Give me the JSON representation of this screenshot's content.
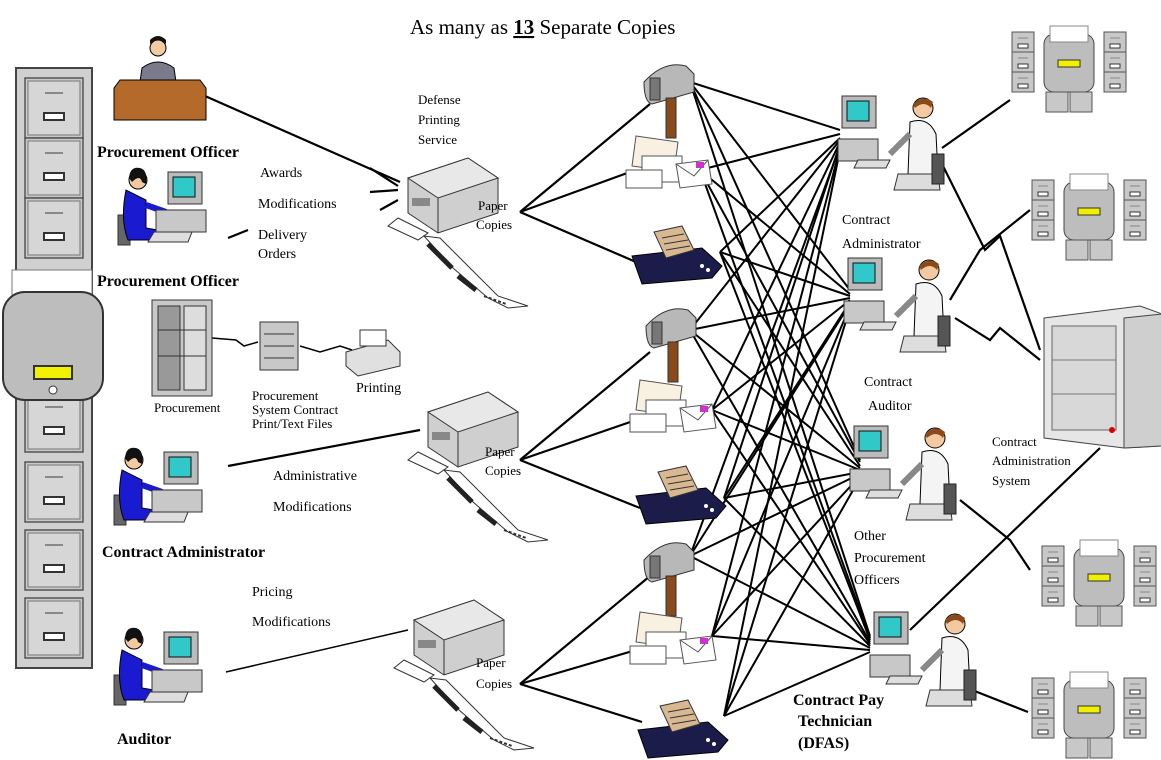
{
  "title": {
    "prefix": "As many as ",
    "number": "13",
    "suffix": " Separate Copies"
  },
  "roles": {
    "procurement_officer_top": "Procurement Officer",
    "procurement_officer_mid": "Procurement Officer",
    "contract_administrator_left": "Contract Administrator",
    "auditor_left": "Auditor",
    "contract_administrator_right": [
      "Contract",
      "Administrator"
    ],
    "contract_auditor_right": [
      "Contract",
      "Auditor"
    ],
    "other_procurement_officers": [
      "Other",
      "Procurement",
      "Officers"
    ],
    "contract_pay_technician": [
      "Contract Pay",
      "Technician",
      "(DFAS)"
    ]
  },
  "documents": {
    "awards": "Awards",
    "modifications": "Modifications",
    "delivery_orders": [
      "Delivery",
      "Orders"
    ],
    "administrative_modifications": [
      "Administrative",
      "Modifications"
    ],
    "pricing_modifications": [
      "Pricing",
      "Modifications"
    ]
  },
  "defense_printing_service": [
    "Defense",
    "Printing",
    "Service"
  ],
  "paper_copies": [
    "Paper",
    "Copies"
  ],
  "procurement_system": {
    "procurement": "Procurement",
    "files": [
      "Procurement",
      "System Contract",
      "Print/Text Files"
    ],
    "printing": "Printing"
  },
  "contract_administration_system": [
    "Contract",
    "Administration",
    "System"
  ],
  "colors": {
    "person_blue": "#1a1ad0",
    "cabinet_gray": "#c8c8c8",
    "desk_brown": "#b36a2a",
    "screen_cyan": "#30c8c8",
    "drawer_yellow": "#f0f000"
  }
}
